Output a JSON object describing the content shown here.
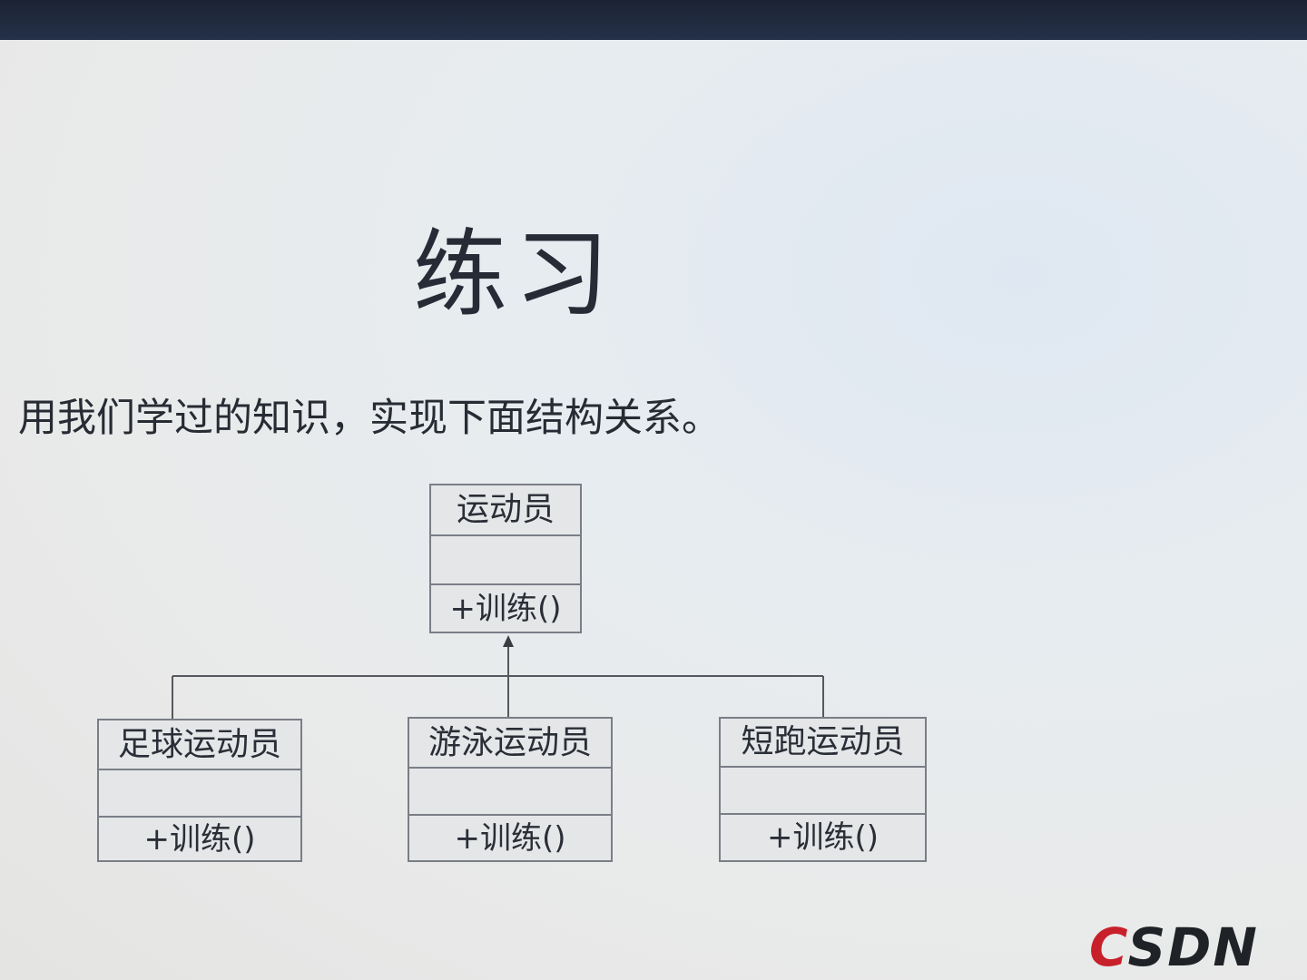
{
  "slide": {
    "title": "练习",
    "subtitle": "用我们学过的知识，实现下面结构关系。"
  },
  "diagram": {
    "parent": {
      "name": "运动员",
      "operation": "+训练()"
    },
    "children": [
      {
        "name": "足球运动员",
        "operation": "+训练()"
      },
      {
        "name": "游泳运动员",
        "operation": "+训练()"
      },
      {
        "name": "短跑运动员",
        "operation": "+训练()"
      }
    ]
  },
  "logo": {
    "first": "C",
    "rest": "SDN"
  },
  "colors": {
    "top_bar": "#1c2433",
    "box_border": "#7a7e86",
    "logo_red": "#c8202a"
  }
}
